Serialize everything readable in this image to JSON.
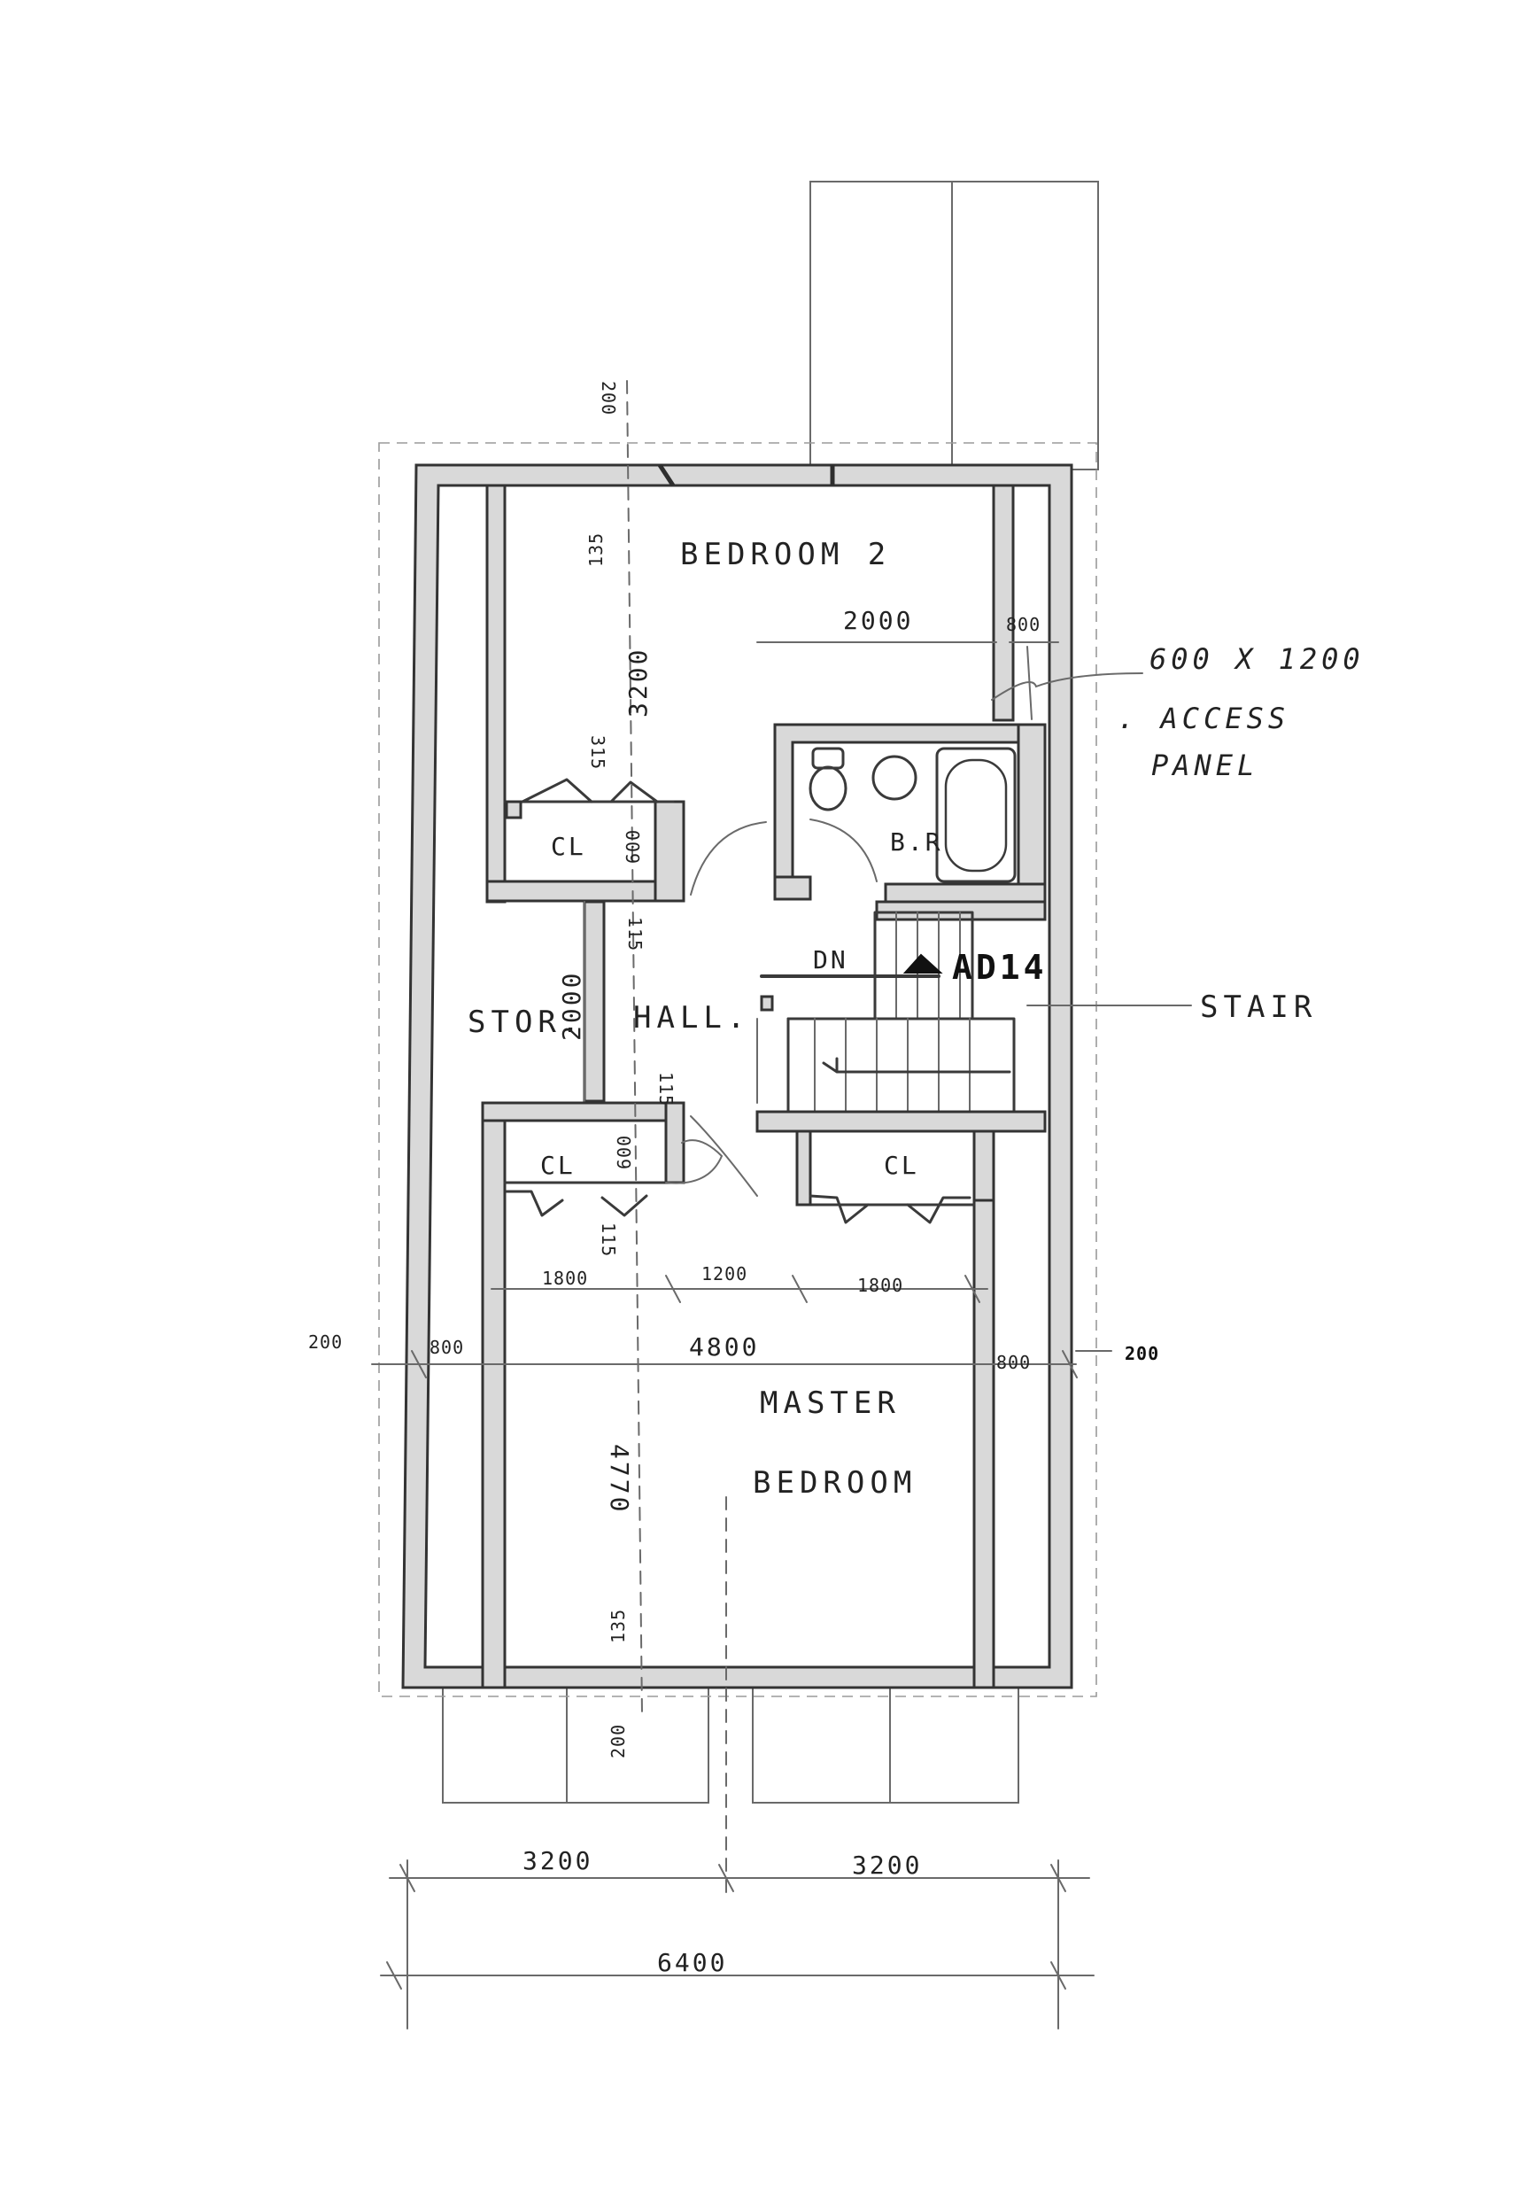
{
  "rooms": {
    "bedroom2": "BEDROOM 2",
    "bath": "B.R",
    "storage": "STOR.",
    "hall": "HALL.",
    "closet_bedroom2": "CL",
    "closet_master_left": "CL",
    "closet_master_right": "CL",
    "master_line1": "MASTER",
    "master_line2": "BEDROOM"
  },
  "stair": {
    "down_label": "DN",
    "tag": "AD14",
    "callout": "STAIR"
  },
  "access_panel": {
    "size": "600 X 1200",
    "line1": ". ACCESS",
    "line2": "PANEL"
  },
  "dimensions": {
    "top_opening": "200",
    "bedroom2_wall_offset": "135",
    "bedroom2_depth": "3200",
    "bedroom2_closet_width": "2000",
    "bedroom2_right_gap": "800",
    "bedroom2_closet_door": "315",
    "bedroom2_closet_depth": "600",
    "hall_wall_upper": "115",
    "storage_depth": "2000",
    "hall_wall_lower": "115",
    "master_closet_depth": "600",
    "master_closet_wall": "115",
    "closet_row_left": "1800",
    "closet_row_mid": "1200",
    "closet_row_right": "1800",
    "left_exterior": "200",
    "left_margin": "800",
    "master_width": "4800",
    "right_margin": "800",
    "right_exterior": "200",
    "master_depth": "4770",
    "bottom_wall_offset": "135",
    "bottom_opening": "200",
    "bay_left": "3200",
    "bay_right": "3200",
    "overall": "6400"
  }
}
